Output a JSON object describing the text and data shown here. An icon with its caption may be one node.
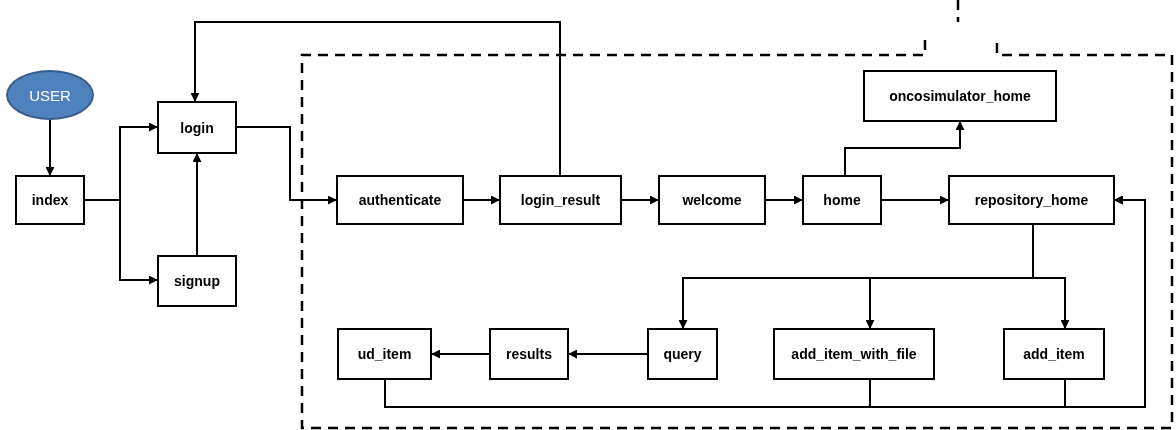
{
  "diagram": {
    "nodes": [
      {
        "text": [
          "USER"
        ]
      },
      {
        "text": [
          "index"
        ]
      },
      {
        "text": [
          "login"
        ]
      },
      {
        "text": [
          "signup"
        ]
      },
      {
        "text": [
          "authenticate"
        ]
      },
      {
        "text": [
          "login_result"
        ]
      },
      {
        "text": [
          "welcome"
        ]
      },
      {
        "text": [
          "home"
        ]
      },
      {
        "text": [
          "oncosimulator_home"
        ]
      },
      {
        "text": [
          "repository_home"
        ]
      },
      {
        "text": [
          "ud_item"
        ]
      },
      {
        "text": [
          "results"
        ]
      },
      {
        "text": [
          "query"
        ]
      },
      {
        "text": [
          "add_item_with_file"
        ]
      },
      {
        "text": [
          "add_item"
        ]
      }
    ],
    "edges": [
      {
        "from": 0,
        "to": 1,
        "arrow": "to"
      },
      {
        "from": 1,
        "to": 2,
        "arrow": "to"
      },
      {
        "from": 1,
        "to": 3,
        "arrow": "to"
      },
      {
        "from": 3,
        "to": 2,
        "arrow": "to"
      },
      {
        "from": 2,
        "to": 4,
        "arrow": "to"
      },
      {
        "from": 4,
        "to": 5,
        "arrow": "to"
      },
      {
        "from": 5,
        "to": 2,
        "arrow": "to"
      },
      {
        "from": 5,
        "to": 6,
        "arrow": "to"
      },
      {
        "from": 6,
        "to": 7,
        "arrow": "to"
      },
      {
        "from": 7,
        "to": 9,
        "arrow": "to"
      },
      {
        "from": 7,
        "to": 8,
        "arrow": "to"
      },
      {
        "from": 9,
        "to": 12,
        "arrow": "to"
      },
      {
        "from": 9,
        "to": 13,
        "arrow": "to"
      },
      {
        "from": 9,
        "to": 14,
        "arrow": "to"
      },
      {
        "from": 12,
        "to": 11,
        "arrow": "to"
      },
      {
        "from": 11,
        "to": 10,
        "arrow": "to"
      },
      {
        "from": 10,
        "to": 9,
        "arrow": "to"
      },
      {
        "from": 13,
        "to": 9,
        "arrow": "to"
      },
      {
        "from": 14,
        "to": 9,
        "arrow": "to"
      }
    ]
  }
}
